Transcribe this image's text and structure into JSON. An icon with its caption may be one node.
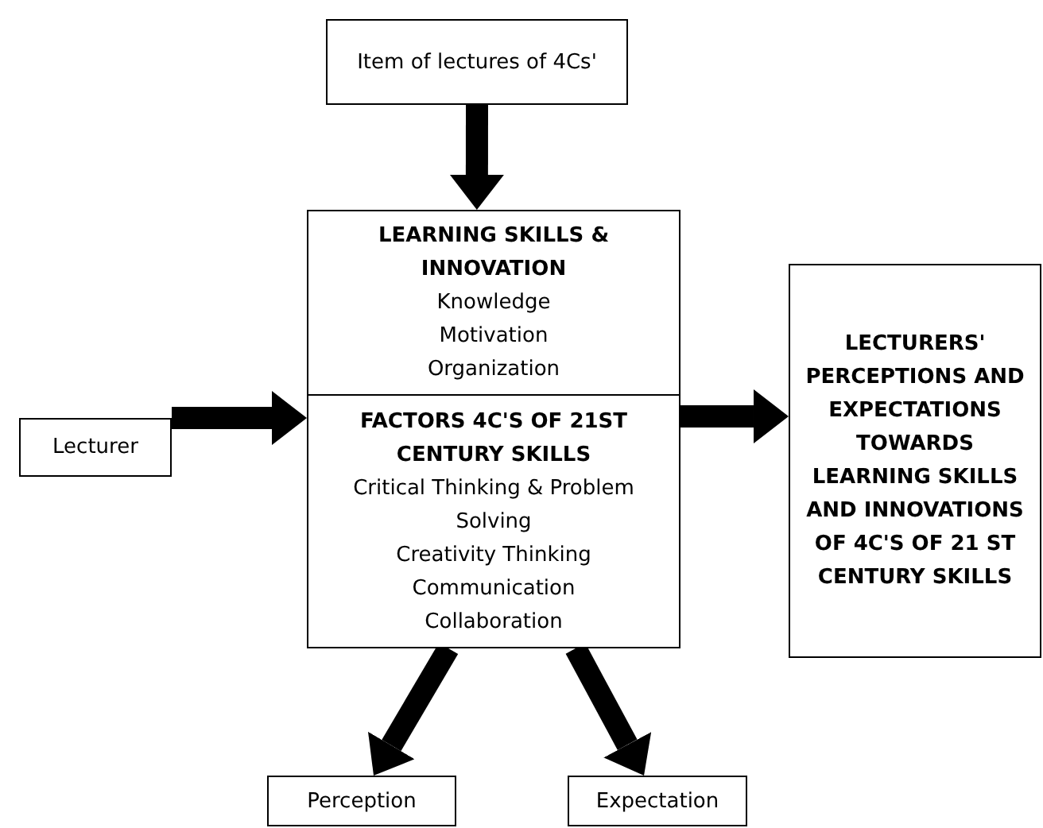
{
  "diagram": {
    "nodes": [
      {
        "text": [
          "Item of lectures of 4Cs'"
        ]
      },
      {
        "text": [
          "LEARNING SKILLS & INNOVATION",
          "Knowledge",
          "Motivation",
          "Organization"
        ]
      },
      {
        "text": [
          "FACTORS 4C'S OF 21ST CENTURY SKILLS",
          "Critical Thinking & Problem Solving",
          "Creativity Thinking",
          "Communication",
          "Collaboration"
        ]
      },
      {
        "text": [
          "Lecturer"
        ]
      },
      {
        "text": [
          "LECTURERS' PERCEPTIONS AND EXPECTATIONS TOWARDS LEARNING SKILLS AND INNOVATIONS OF 4C'S OF 21 ST CENTURY SKILLS"
        ]
      },
      {
        "text": [
          "Perception"
        ]
      },
      {
        "text": [
          "Expectation"
        ]
      }
    ],
    "edges": [
      {
        "from": 0,
        "to": 1,
        "arrow": "to"
      },
      {
        "from": 3,
        "to": 2,
        "arrow": "to"
      },
      {
        "from": 2,
        "to": 4,
        "arrow": "to"
      },
      {
        "from": 2,
        "to": 5,
        "arrow": "to"
      },
      {
        "from": 2,
        "to": 6,
        "arrow": "to"
      }
    ]
  }
}
